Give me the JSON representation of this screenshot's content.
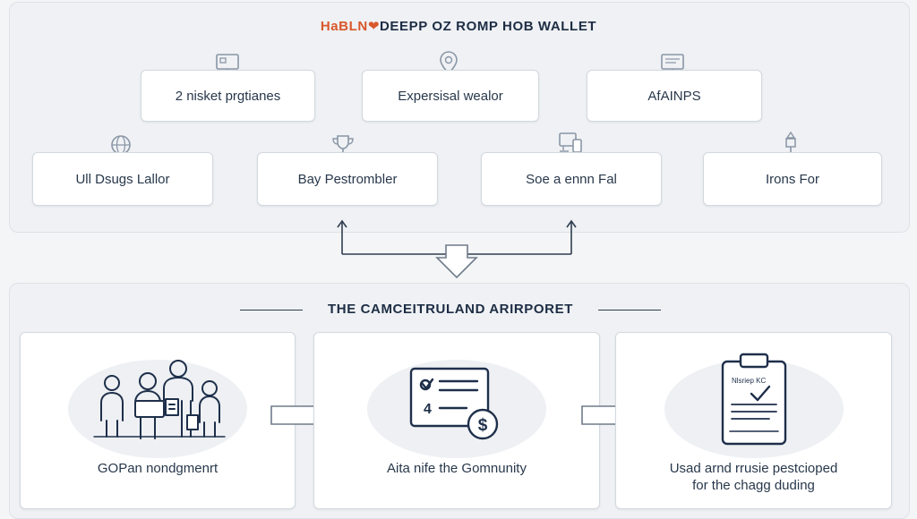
{
  "header": {
    "title_accent": "HaBLN❤",
    "title_rest": "DEEPP OZ ROMP HOB WALLET"
  },
  "top_row": [
    {
      "label": "2 nisket prgtianes",
      "icon": "monitor-icon"
    },
    {
      "label": "Expersisal wealor",
      "icon": "location-pin-icon"
    },
    {
      "label": "AfAINPS",
      "icon": "monitor-icon"
    }
  ],
  "middle_row": [
    {
      "label": "Ull Dsugs Lallor",
      "icon": "globe-icon"
    },
    {
      "label": "Bay Pestrombler",
      "icon": "trophy-icon"
    },
    {
      "label": "Soe a ennn Fal",
      "icon": "device-icon"
    },
    {
      "label": "Irons For",
      "icon": "stand-icon"
    }
  ],
  "section": {
    "title": "THE CAMCEITRULAND ARIRPORET"
  },
  "steps": [
    {
      "caption_line1": "GOPan nondgmenrt",
      "caption_line2": "",
      "icon": "people-group-icon"
    },
    {
      "caption_line1": "Aita nife the Gomnunity",
      "caption_line2": "",
      "icon": "checklist-coin-icon"
    },
    {
      "caption_line1": "Usad arnd rrusie pestcioped",
      "caption_line2": "for the chagg duding",
      "icon": "clipboard-check-icon"
    }
  ],
  "icon_labels": {
    "checklist_number": "4",
    "coin_symbol": "$",
    "clipboard_text": "Nlsriep KC"
  },
  "colors": {
    "accent": "#d9572b",
    "ink": "#243447",
    "panel": "#eff1f4",
    "card": "#ffffff",
    "icon": "#1e2f4a"
  }
}
